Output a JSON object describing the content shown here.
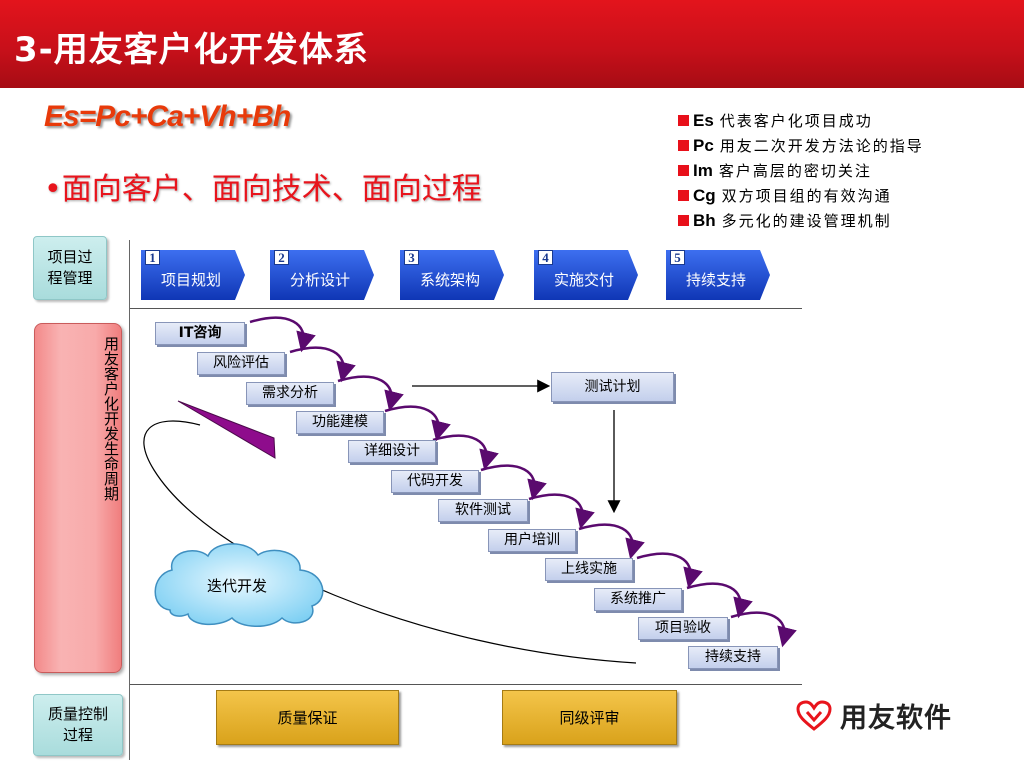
{
  "title": "3-用友客户化开发体系",
  "formula": "Es=Pc+Ca+Vh+Bh",
  "bullet": "•面向客户、面向技术、面向过程",
  "legend": [
    {
      "key": "Es",
      "text": "代表客户化项目成功"
    },
    {
      "key": "Pc",
      "text": "用友二次开发方法论的指导"
    },
    {
      "key": "Im",
      "text": "客户高层的密切关注"
    },
    {
      "key": "Cg",
      "text": "双方项目组的有效沟通"
    },
    {
      "key": "Bh",
      "text": "多元化的建设管理机制"
    }
  ],
  "rows": {
    "project_process": "项目过程管理",
    "lifecycle": "用友客户化开发生命周期",
    "quality_process": "质量控制过程"
  },
  "phases": [
    {
      "num": "1",
      "label": "项目规划"
    },
    {
      "num": "2",
      "label": "分析设计"
    },
    {
      "num": "3",
      "label": "系统架构"
    },
    {
      "num": "4",
      "label": "实施交付"
    },
    {
      "num": "5",
      "label": "持续支持"
    }
  ],
  "steps": [
    "IT咨询",
    "风险评估",
    "需求分析",
    "功能建模",
    "详细设计",
    "代码开发",
    "软件测试",
    "用户培训",
    "上线实施",
    "系统推广",
    "项目验收",
    "持续支持"
  ],
  "test_plan": "测试计划",
  "iterative": "迭代开发",
  "quality": [
    "质量保证",
    "同级评审"
  ],
  "logo_text": "用友软件",
  "colors": {
    "title_red": "#c8101a",
    "phase_blue": "#1d4fd0",
    "arrow_purple": "#5a0a6e",
    "gold": "#e0ad28"
  }
}
